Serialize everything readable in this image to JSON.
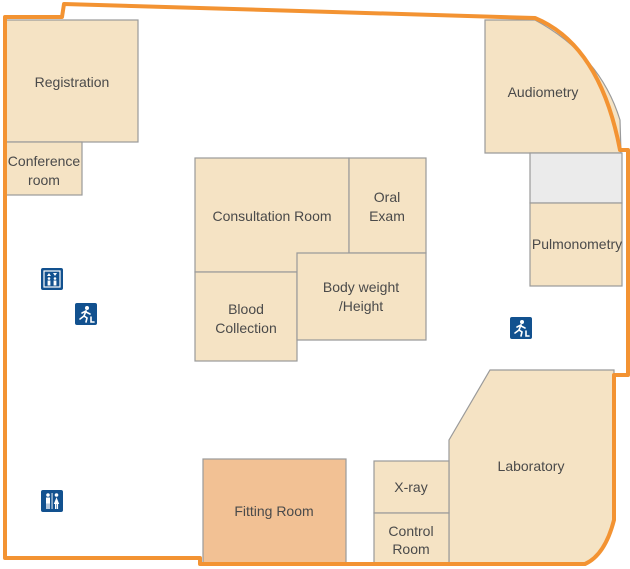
{
  "rooms": {
    "registration": "Registration",
    "conference_1": "Conference",
    "conference_2": "room",
    "audiometry": "Audiometry",
    "pulmonometry": "Pulmonometry",
    "consultation": "Consultation Room",
    "oral_1": "Oral",
    "oral_2": "Exam",
    "blood_1": "Blood",
    "blood_2": "Collection",
    "body_1": "Body weight",
    "body_2": "/Height",
    "laboratory": "Laboratory",
    "xray": "X-ray",
    "control_1": "Control",
    "control_2": "Room",
    "fitting": "Fitting Room"
  },
  "icons": {
    "elevator": "elevator-icon",
    "emergency_exit": "emergency-exit-icon",
    "restroom": "restroom-icon"
  },
  "colors": {
    "wall": "#f39332",
    "room": "#f5e3c4",
    "fitting_room": "#f2c194",
    "unlabeled_room": "#ebebeb",
    "icon": "#12518f"
  }
}
